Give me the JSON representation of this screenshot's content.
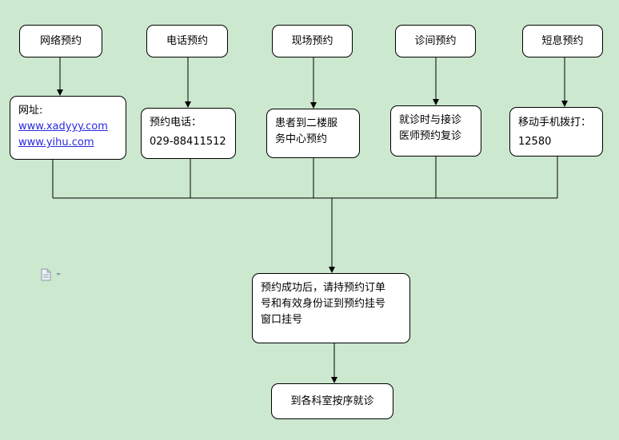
{
  "headers": {
    "web": "网络预约",
    "phone": "电话预约",
    "onsite": "现场预约",
    "consult": "诊间预约",
    "sms": "短息预约"
  },
  "details": {
    "web": {
      "label": "网址:",
      "link1": "www.xadyyy.com",
      "link2": "www.yihu.com"
    },
    "phone": {
      "label": "预约电话：",
      "number": "029-88411512"
    },
    "onsite": {
      "line1": "患者到二楼服",
      "line2": "务中心预约"
    },
    "consult": {
      "line1": "就诊时与接诊",
      "line2": "医师预约复诊"
    },
    "sms": {
      "line1": "移动手机拨打：",
      "line2": "12580"
    }
  },
  "result": {
    "line1": "预约成功后，请持预约订单",
    "line2": "号和有效身份证到预约挂号",
    "line3": "窗口挂号"
  },
  "final": "到各科室按序就诊",
  "icons": {
    "document": "document-icon"
  },
  "colors": {
    "background": "#cce8cf",
    "link": "#2a2ae0"
  }
}
